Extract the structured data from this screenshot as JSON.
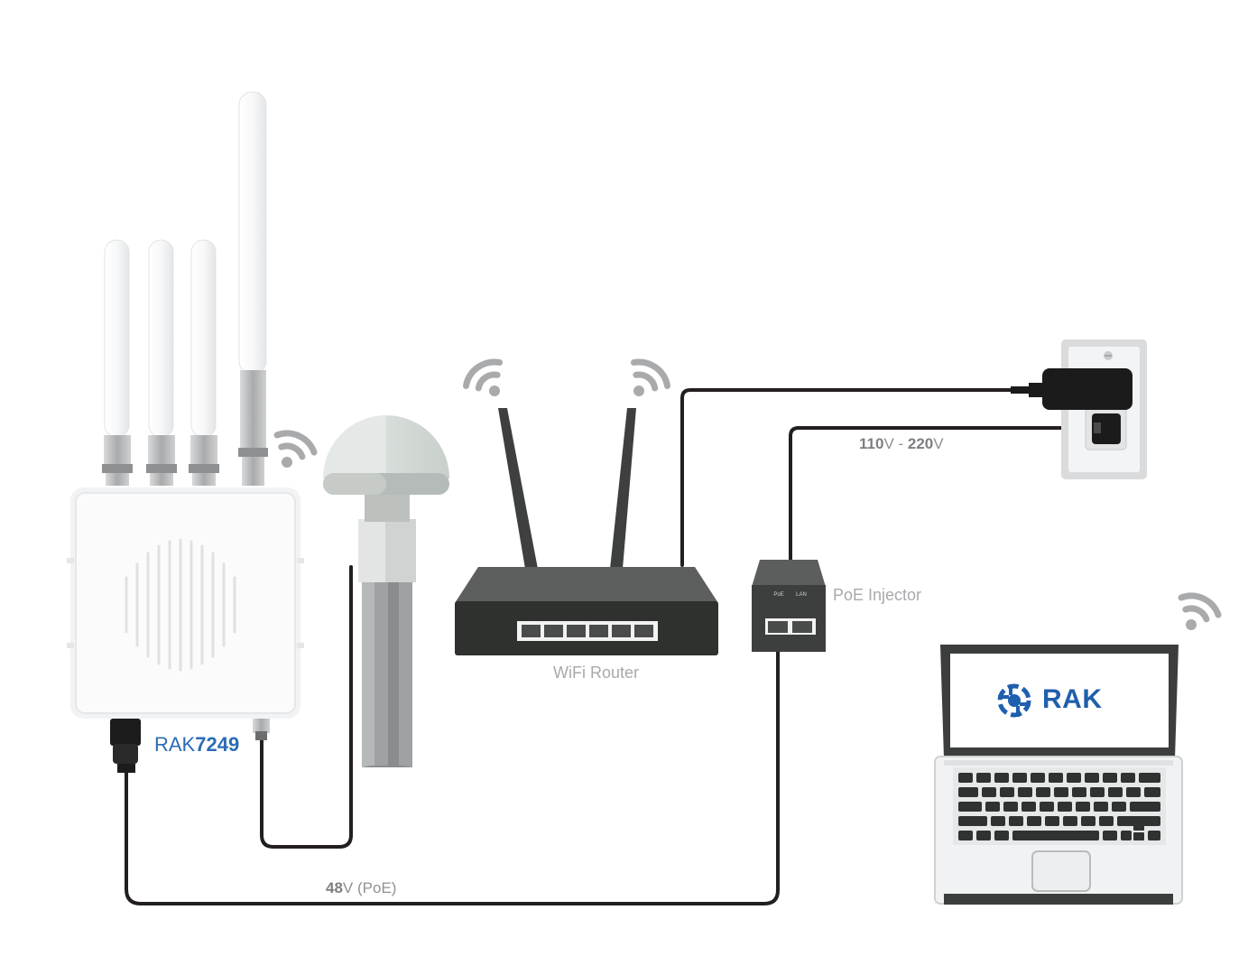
{
  "labels": {
    "gateway_model_prefix": "RAK",
    "gateway_model_number": "7249",
    "router": "WiFi Router",
    "poe_injector": "PoE Injector",
    "mains_voltage_low": "110",
    "mains_voltage_sep": "V - ",
    "mains_voltage_high": "220",
    "mains_voltage_unit": "V",
    "poe_voltage_num": "48",
    "poe_voltage_rest": "V (PoE)",
    "injector_port_poe": "PoE",
    "injector_port_lan": "LAN",
    "laptop_logo": "RAK"
  },
  "icons": [
    "wifi-signal-icon",
    "antenna-icon",
    "gps-antenna-icon",
    "router-icon",
    "poe-injector-icon",
    "wall-outlet-icon",
    "power-adapter-icon",
    "laptop-icon",
    "rak-logo-icon"
  ],
  "colors": {
    "cable": "#231f20",
    "label_gray": "#a7a9ac",
    "brand_blue": "#2b6cb6",
    "device_dark": "#3c3f3d"
  }
}
